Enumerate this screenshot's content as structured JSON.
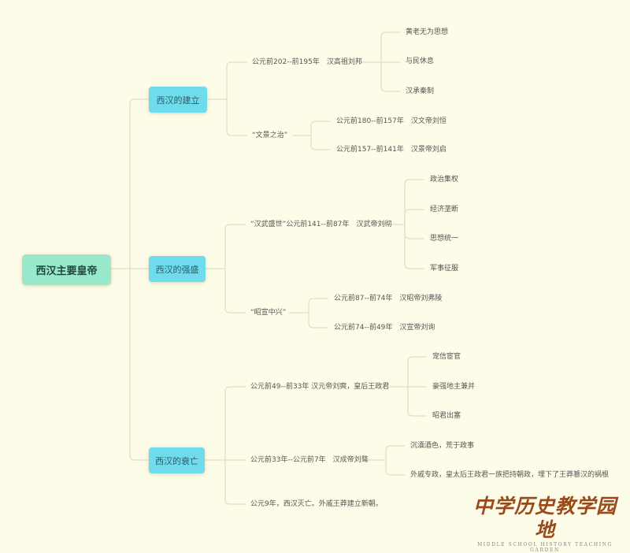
{
  "root": "西汉主要皇帝",
  "branches": [
    {
      "label": "西汉的建立",
      "children": [
        {
          "label": "公元前202--前195年　汉高祖刘邦",
          "children": [
            "黄老无为思想",
            "与民休息",
            "汉承秦制"
          ]
        },
        {
          "label": "“文景之治”",
          "children": [
            "公元前180--前157年　汉文帝刘恒",
            "公元前157--前141年　汉景帝刘启"
          ]
        }
      ]
    },
    {
      "label": "西汉的强盛",
      "children": [
        {
          "label": "“汉武盛世”公元前141--前87年　汉武帝刘彻",
          "children": [
            "政治集权",
            "经济垄断",
            "思想统一",
            "军事征服"
          ]
        },
        {
          "label": "“昭宣中兴”",
          "children": [
            "公元前87--前74年　汉昭帝刘弗陵",
            "公元前74--前49年　汉宣帝刘询"
          ]
        }
      ]
    },
    {
      "label": "西汉的衰亡",
      "children": [
        {
          "label": "公元前49--前33年 汉元帝刘奭，皇后王政君",
          "children": [
            "宠信宦官",
            "豪强地主兼并",
            "昭君出塞"
          ]
        },
        {
          "label": "公元前33年--公元前7年　汉成帝刘骜",
          "children": [
            "沉湎酒色，荒于政事",
            "外戚专政，皇太后王政君一族把持朝政，埋下了王莽篡汉的祸根"
          ]
        },
        {
          "label": "公元9年，西汉灭亡。外戚王莽建立新朝。",
          "children": []
        }
      ]
    }
  ],
  "logo": {
    "cn": "中学历史教学园地",
    "en": "MIDDLE SCHOOL HISTORY TEACHING GARDEN"
  },
  "colors": {
    "background": "#fdfce8",
    "root": "#98e8cb",
    "branch": "#6edcec",
    "line": "#e2e0c4",
    "logo": "#9a4a1a"
  }
}
